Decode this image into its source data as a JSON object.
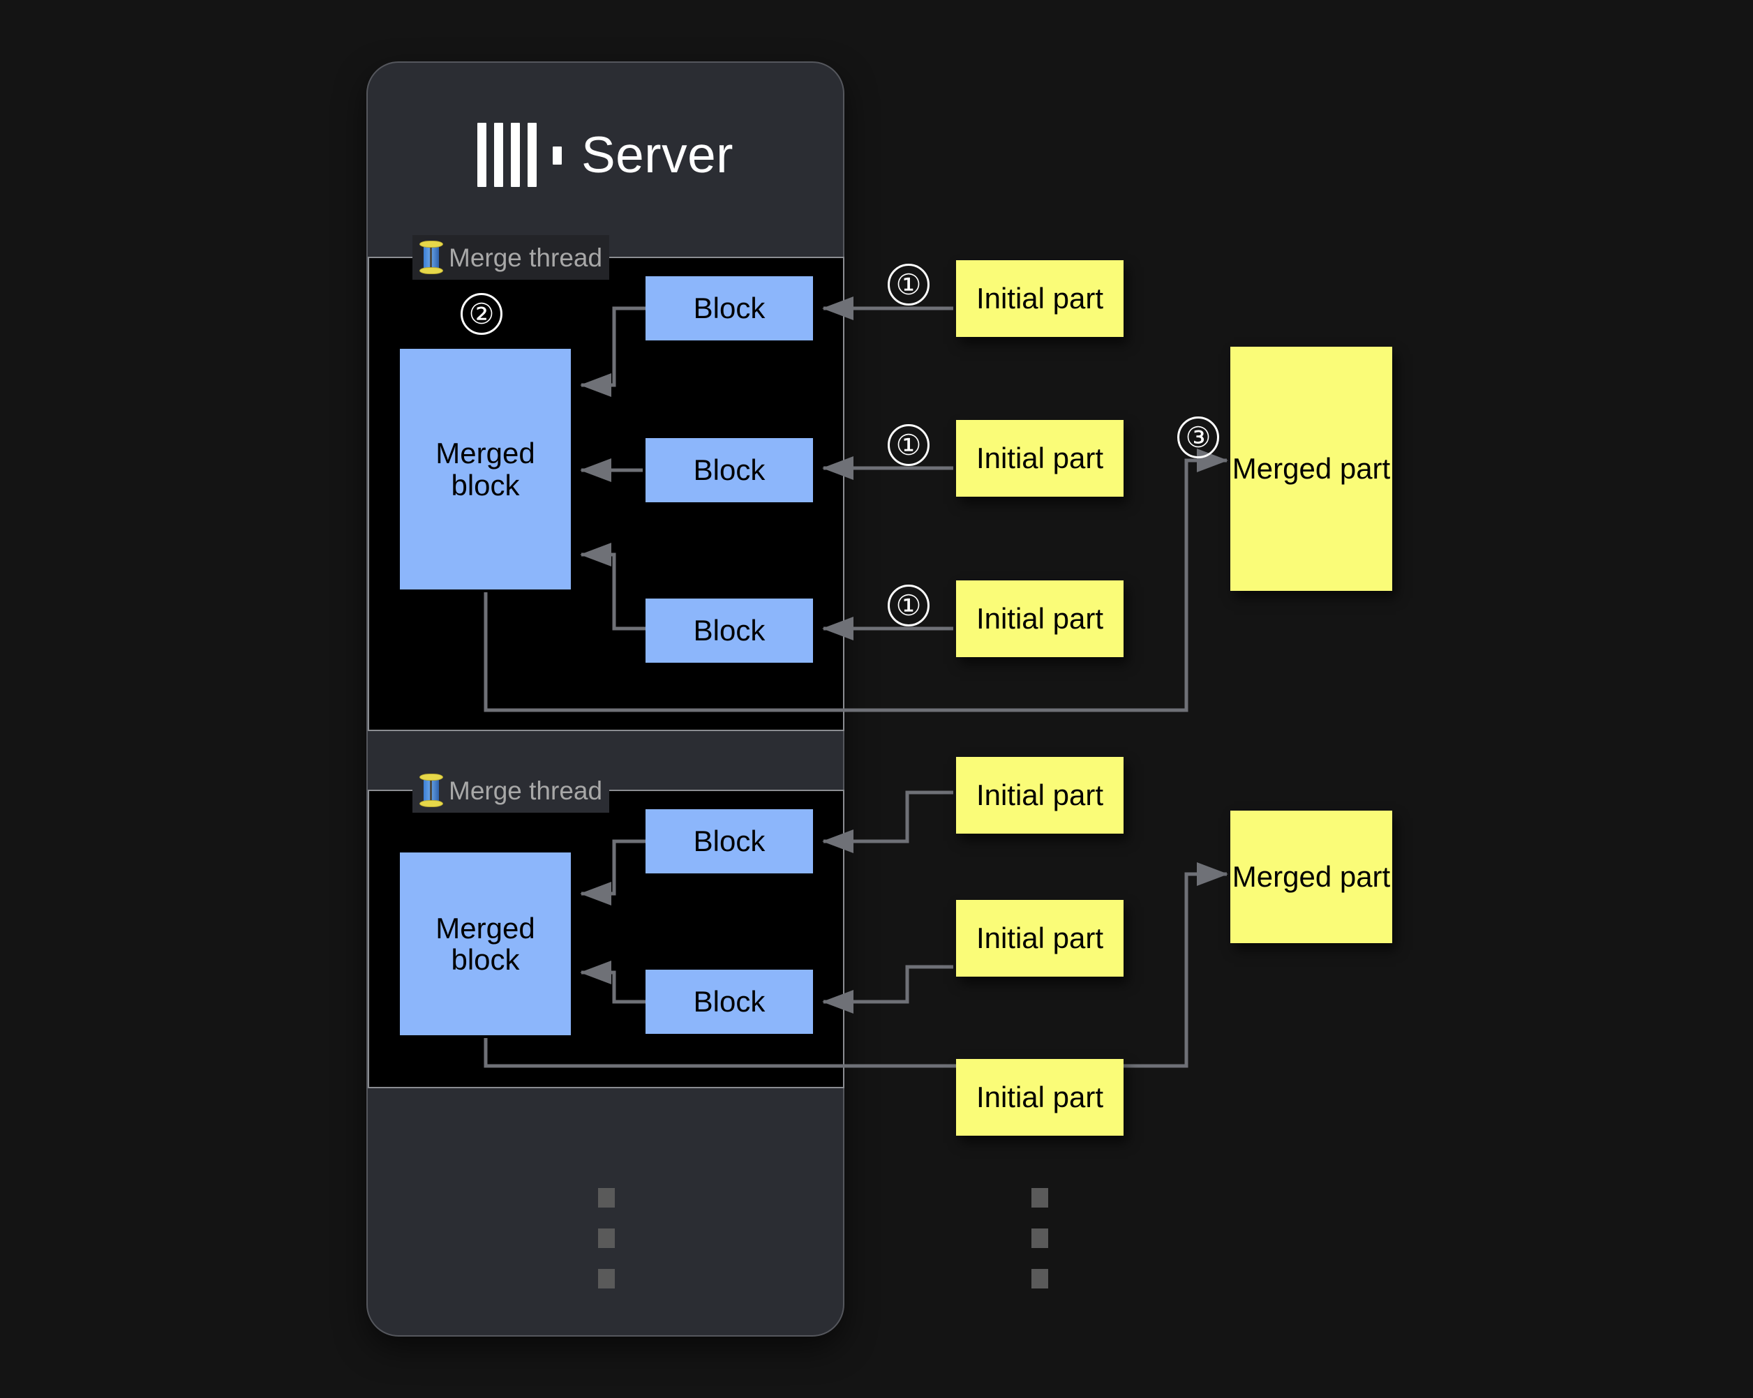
{
  "page": {
    "background": "#141414",
    "title_text": "Server"
  },
  "server": {
    "label": "Server",
    "logo_name": "clickhouse-logo",
    "card_color": "#2b2d33",
    "threads": [
      {
        "legend": "Merge thread",
        "legend_icon": "thread-spool-icon",
        "step_marker": "②",
        "merged_block_label": "Merged block",
        "blocks": [
          {
            "label": "Block"
          },
          {
            "label": "Block"
          },
          {
            "label": "Block"
          }
        ]
      },
      {
        "legend": "Merge thread",
        "legend_icon": "thread-spool-icon",
        "merged_block_label": "Merged block",
        "blocks": [
          {
            "label": "Block"
          },
          {
            "label": "Block"
          }
        ]
      }
    ]
  },
  "initial_parts": [
    {
      "label": "Initial part",
      "step_marker": "①"
    },
    {
      "label": "Initial part",
      "step_marker": "①"
    },
    {
      "label": "Initial part",
      "step_marker": "①"
    },
    {
      "label": "Initial part"
    },
    {
      "label": "Initial part"
    },
    {
      "label": "Initial part"
    }
  ],
  "merged_parts": [
    {
      "label": "Merged part",
      "step_marker": "③"
    },
    {
      "label": "Merged part"
    }
  ],
  "ellipsis": {
    "server_dots": "⋮",
    "parts_dots": "⋮"
  },
  "colors": {
    "block_blue": "#8cb6fb",
    "part_yellow": "#fafc78",
    "panel_black": "#000000",
    "card_grey": "#2b2d33",
    "wire_grey": "#6f7177",
    "text_grey": "#a8a8a8",
    "text_white": "#ffffff"
  },
  "labels": {
    "block": "Block",
    "merged_block": "Merged block",
    "initial_part": "Initial part",
    "merged_part": "Merged part",
    "merge_thread": "Merge thread"
  }
}
